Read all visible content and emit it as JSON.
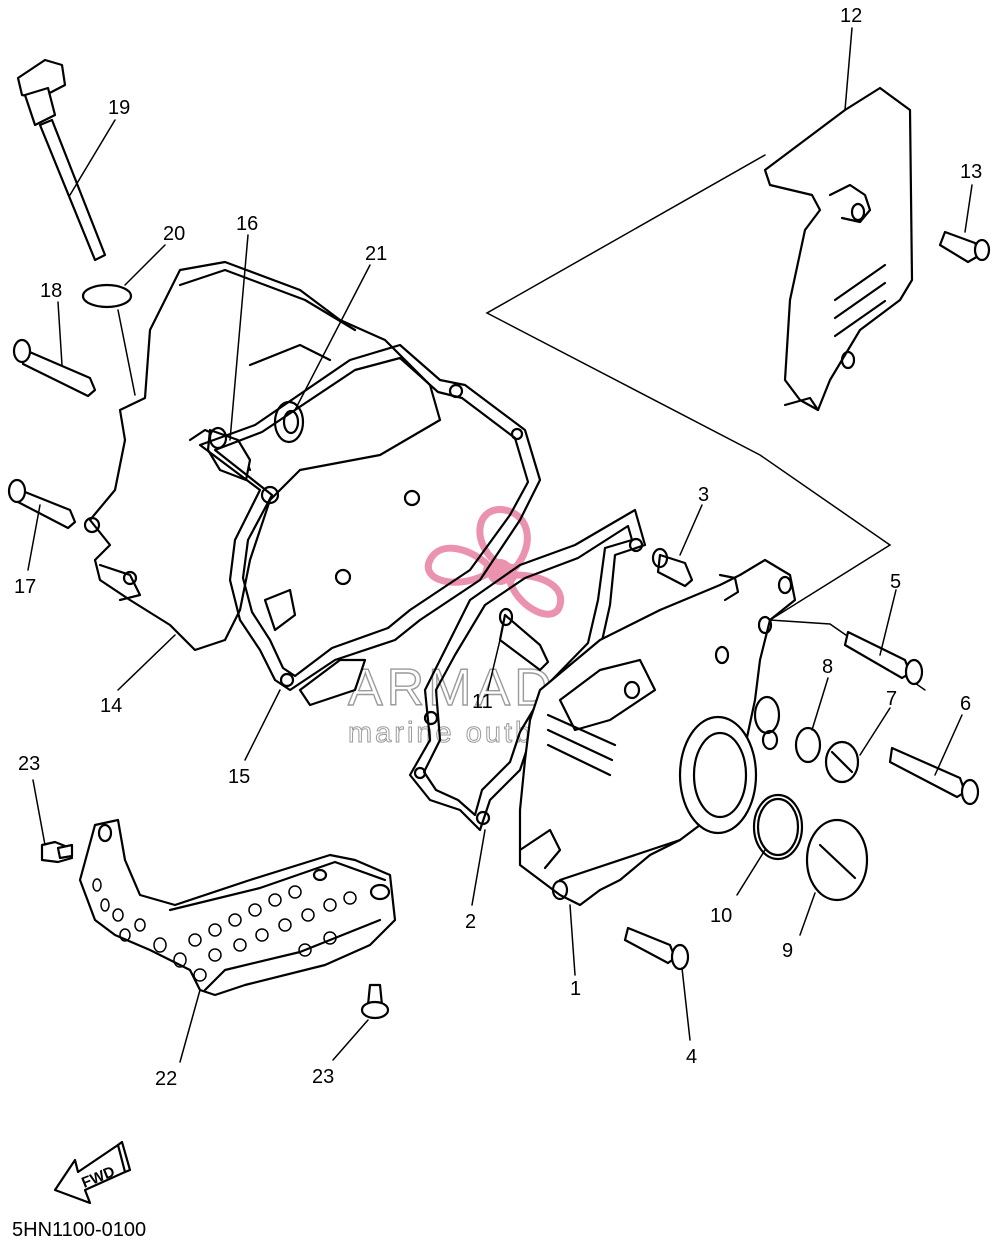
{
  "diagram_code": "5HN1100-0100",
  "fwd_label": "FWD",
  "watermark": {
    "main": "ARMADA",
    "sub": "marine outboards",
    "color": "#e6789b"
  },
  "callouts": [
    {
      "id": "c1",
      "text": "1"
    },
    {
      "id": "c2",
      "text": "2"
    },
    {
      "id": "c3",
      "text": "3"
    },
    {
      "id": "c4",
      "text": "4"
    },
    {
      "id": "c5",
      "text": "5"
    },
    {
      "id": "c6",
      "text": "6"
    },
    {
      "id": "c7",
      "text": "7"
    },
    {
      "id": "c8",
      "text": "8"
    },
    {
      "id": "c9",
      "text": "9"
    },
    {
      "id": "c10",
      "text": "10"
    },
    {
      "id": "c11",
      "text": "11"
    },
    {
      "id": "c12",
      "text": "12"
    },
    {
      "id": "c13",
      "text": "13"
    },
    {
      "id": "c14",
      "text": "14"
    },
    {
      "id": "c15",
      "text": "15"
    },
    {
      "id": "c16",
      "text": "16"
    },
    {
      "id": "c17",
      "text": "17"
    },
    {
      "id": "c18",
      "text": "18"
    },
    {
      "id": "c19",
      "text": "19"
    },
    {
      "id": "c20",
      "text": "20"
    },
    {
      "id": "c21",
      "text": "21"
    },
    {
      "id": "c22",
      "text": "22"
    },
    {
      "id": "c23a",
      "text": "23"
    },
    {
      "id": "c23b",
      "text": "23"
    }
  ]
}
